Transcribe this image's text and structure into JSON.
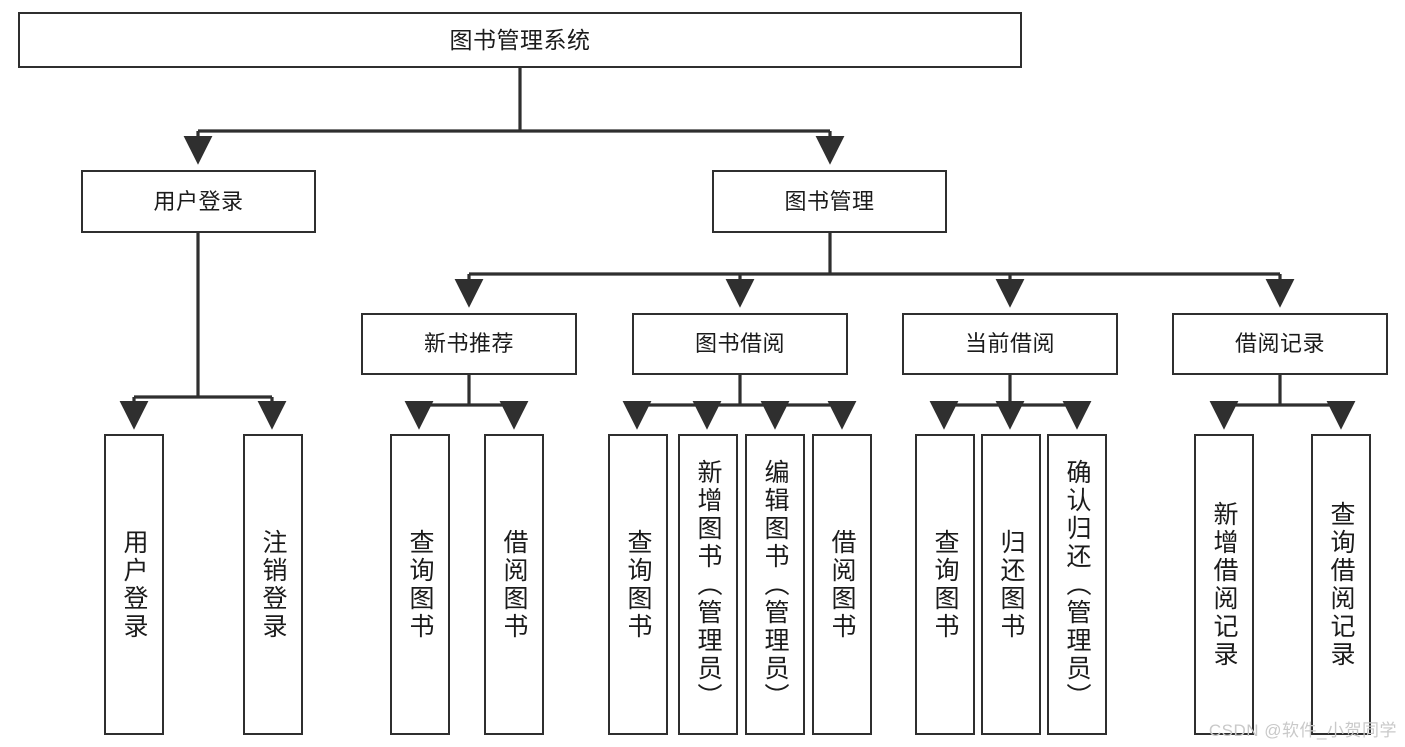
{
  "diagram": {
    "title": "图书管理系统",
    "type": "tree-hierarchy",
    "colors": {
      "stroke": "#2f2f2f",
      "fill": "#ffffff",
      "text": "#1b1b1b",
      "watermark": "#c9c9c9"
    },
    "root": {
      "label": "图书管理系统"
    },
    "level2": [
      {
        "label": "用户登录"
      },
      {
        "label": "图书管理"
      }
    ],
    "level3": [
      {
        "label": "新书推荐"
      },
      {
        "label": "图书借阅"
      },
      {
        "label": "当前借阅"
      },
      {
        "label": "借阅记录"
      }
    ],
    "leaves": {
      "user_login": [
        {
          "label": "用户登录"
        },
        {
          "label": "注销登录"
        }
      ],
      "new_book_recommend": [
        {
          "label": "查询图书"
        },
        {
          "label": "借阅图书"
        }
      ],
      "book_borrow": [
        {
          "label": "查询图书"
        },
        {
          "label": "新增图书（管理员）"
        },
        {
          "label": "编辑图书（管理员）"
        },
        {
          "label": "借阅图书"
        }
      ],
      "current_borrow": [
        {
          "label": "查询图书"
        },
        {
          "label": "归还图书"
        },
        {
          "label": "确认归还（管理员）"
        }
      ],
      "borrow_record": [
        {
          "label": "新增借阅记录"
        },
        {
          "label": "查询借阅记录"
        }
      ]
    },
    "watermark": "CSDN @软件_小贺同学"
  }
}
